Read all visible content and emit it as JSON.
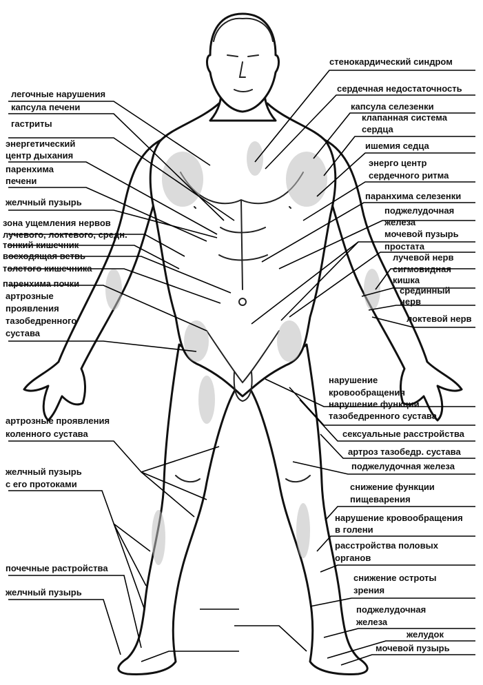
{
  "labels": {
    "l1": "легочные нарушения",
    "l2": "капсула печени",
    "l3": "гастриты",
    "l4a": "энергетический",
    "l4b": "центр дыхания",
    "l5a": "паренхима",
    "l5b": "печени",
    "l6": "желчный пузырь",
    "l7a": "зона ущемления нервов",
    "l7b": "лучевого, локтевого, средн.",
    "l8": "тонкий кишечник",
    "l9": "восходящая ветвь",
    "l10": "толстого кишечника",
    "l11": "паренхима почки",
    "l12a": "артрозные",
    "l12b": "проявления",
    "l12c": "тазобедренного",
    "l12d": "сустава",
    "l13a": "артрозные проявления",
    "l13b": "коленного сустава",
    "l14a": "желчный пузырь",
    "l14b": "с его протоками",
    "l15": "почечные растройства",
    "l16": "желчный пузырь",
    "r1": "стенокардический синдром",
    "r2": "сердечная недостаточность",
    "r3": "капсула селезенки",
    "r4a": "клапанная система",
    "r4b": "сердца",
    "r5": "ишемия седца",
    "r6a": "энерго центр",
    "r6b": "сердечного ритма",
    "r7": "паранхима селезенки",
    "r8a": "поджелудочная",
    "r8b": "железа",
    "r9": "мочевой пузырь",
    "r10": "простата",
    "r11": "лучевой нерв",
    "r12a": "сигмовидная",
    "r12b": "кишка",
    "r13a": "срединный",
    "r13b": "нерв",
    "r14": "локтевой нерв",
    "r15a": "нарушение",
    "r15b": "кровообращения",
    "r16a": "нарушение функции",
    "r16b": "тазобедренного сустава",
    "r17": "сексуальные расстройства",
    "r18": "артроз тазобедр. сустава",
    "r19": "поджелудочная железа",
    "r20a": "снижение функции",
    "r20b": "пищеварения",
    "r21a": "нарушение кровообращения",
    "r21b": "в голени",
    "r22a": "расстройства половых",
    "r22b": "органов",
    "r23a": "снижение остроты",
    "r23b": "зрения",
    "r24a": "поджелудочная",
    "r24b": "железа",
    "r25": "желудок",
    "r26": "мочевой пузырь"
  }
}
